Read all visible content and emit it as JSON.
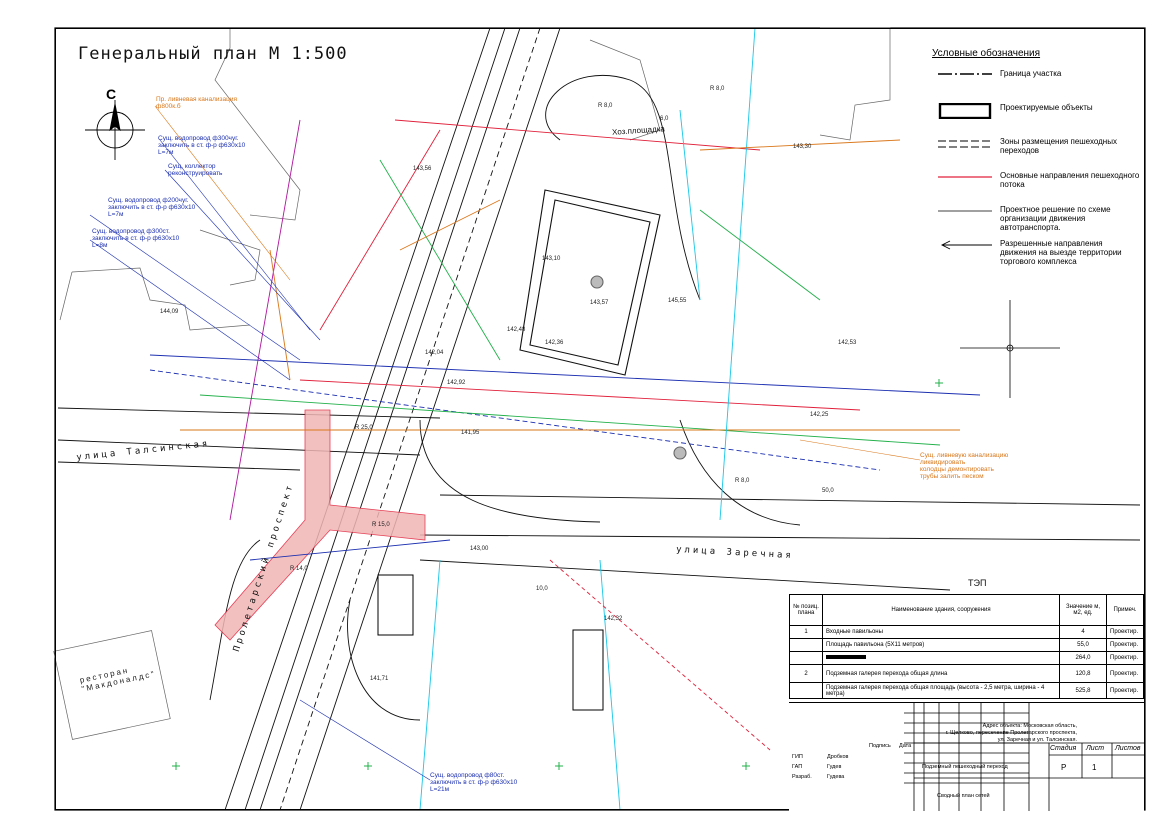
{
  "plan": {
    "title": "Генеральный план М 1:500",
    "north_letter": "С"
  },
  "legend": {
    "title": "Условные обозначения",
    "items": [
      {
        "label": "Граница участка",
        "symbol": "dash-dot-line"
      },
      {
        "label": "Проектируемые объекты",
        "symbol": "bold-rectangle"
      },
      {
        "label": "Зоны размещения пешеходных переходов",
        "symbol": "double-dashed-lines"
      },
      {
        "label": "Основные направления пешеходного потока",
        "symbol": "red-line"
      },
      {
        "label": "Проектное решение по схеме организации движения автотранспорта.",
        "symbol": "thin-line"
      },
      {
        "label": "Разрешенные направления движения на выезде территории торгового комплекса",
        "symbol": "arrow-left"
      }
    ]
  },
  "annotations": [
    {
      "text": "Пр. ливневая канализация\nф800к.б",
      "color": "orange"
    },
    {
      "text": "Сущ. водопровод ф300чуг.\nзаключить в ст. ф-р ф630х10\nL=7м",
      "color": "blue"
    },
    {
      "text": "Сущ. коллектор\nреконструировать",
      "color": "blue"
    },
    {
      "text": "Сущ. водопровод ф200чуг.\nзаключить в ст. ф-р ф630х10\nL=7м",
      "color": "blue"
    },
    {
      "text": "Сущ. водопровод ф300ст.\nзаключить в ст. ф-р ф630х10\nL=8м",
      "color": "blue"
    },
    {
      "text": "Сущ. ливневую канализацию\nликвидировать\nколодцы демонтировать\nтрубы залить песком",
      "color": "orange"
    },
    {
      "text": "Сущ. водопровод ф80ст.\nзаключить в ст. ф-р ф630х10\nL=21м",
      "color": "blue"
    }
  ],
  "streets": [
    "улица Талсинская",
    "улица Заречная",
    "Пролетарский проспект"
  ],
  "labels": {
    "playground": "Хоз.площадка",
    "tep": "ТЭП",
    "restaurant": "ресторан\n\"Макдоналдс\"",
    "radius_labels": [
      "R 8,0",
      "R 8,0",
      "R 25,0",
      "R 8,0",
      "R 14,0",
      "R 15,0"
    ],
    "dimension_labels": [
      "6,0",
      "50,0",
      "10,0"
    ],
    "heights": [
      "143,56",
      "143,30",
      "143,10",
      "143,57",
      "142,36",
      "142,92",
      "142,53",
      "142,25",
      "141,95",
      "142,32",
      "141,71",
      "142,04",
      "143,00",
      "144,09",
      "145,55",
      "142,48"
    ]
  },
  "spec_table": {
    "headers": [
      "№ позиц. плана",
      "Наименование здания, сооружения",
      "Значение м, м2, ед.",
      "Примеч."
    ],
    "rows": [
      {
        "pos": "1",
        "name": "Входные павильоны",
        "value": "4",
        "note": "Проектир."
      },
      {
        "pos": "",
        "name": "Площадь павильона (5Х11 метров)",
        "value": "55,0",
        "note": "Проектир."
      },
      {
        "pos": "",
        "name": "",
        "value": "264,0",
        "note": "Проектир."
      },
      {
        "pos": "2",
        "name": "Подземная галерея перехода общая длина",
        "value": "120,8",
        "note": "Проектир."
      },
      {
        "pos": "",
        "name": "Подземная галерея перехода общая площадь (высота - 2,5 метра, ширина - 4 метра)",
        "value": "525,8",
        "note": "Проектир."
      }
    ]
  },
  "stamp": {
    "address": "Адрес объекта: Московская область,\nг. Щелково, пересечение Пролетарского проспекта,\nул. Заречная и ул. Талсинская.",
    "sign_headers": [
      "Подпись",
      "Дата"
    ],
    "people": [
      {
        "role": "ГИП",
        "name": "Дробков"
      },
      {
        "role": "ГАП",
        "name": "Гудев"
      },
      {
        "role": "Разраб.",
        "name": "Гудева"
      }
    ],
    "project_name": "Подземный пешеходный переход",
    "sheet_name": "Сводный план сетей",
    "stage_label": "Стадия",
    "sheet_label": "Лист",
    "sheets_label": "Листов",
    "stage": "Р",
    "sheet": "1"
  },
  "colors": {
    "red": "#e0203a",
    "blue": "#1b2fb0",
    "cyan": "#19c7e8",
    "green": "#22b04a",
    "orange": "#d9771a",
    "magenta": "#b0149e",
    "pink_fill": "#f2b6b6"
  }
}
